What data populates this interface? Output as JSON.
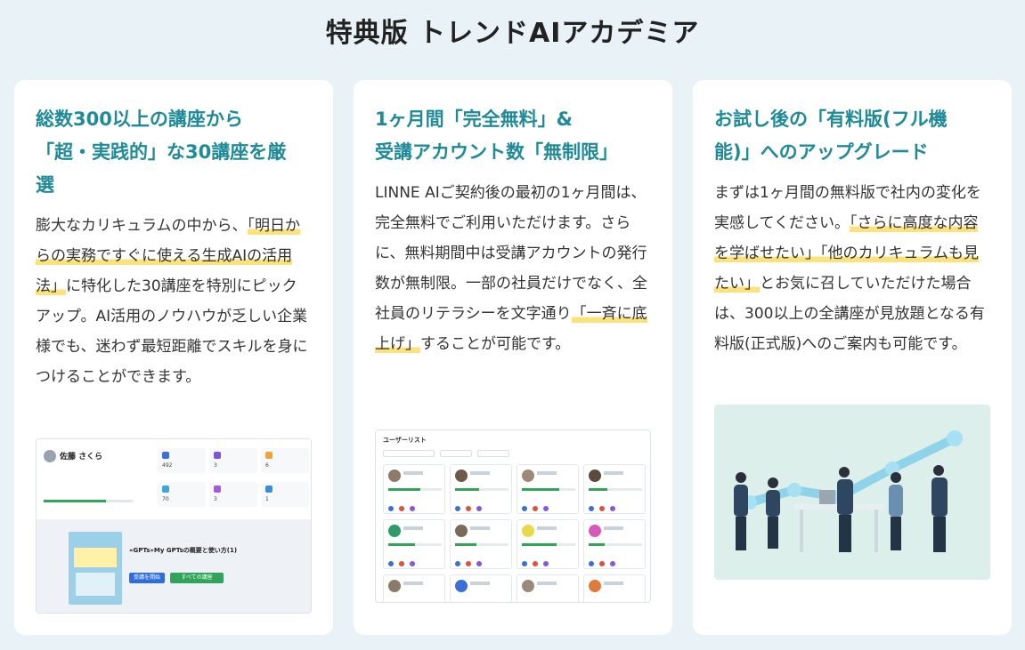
{
  "title": "特典版 トレンドAIアカデミア",
  "cards": [
    {
      "heading": "総数300以上の講座から\n「超・実践的」な30講座を厳\n選",
      "body_1": "膨大なカリキュラムの中から、",
      "body_hl": "「明日からの実務ですぐに使える生成AIの活用法」",
      "body_2": "に特化した30講座を特別にピックアップ。AI活用のノウハウが乏しい企業様でも、迷わず最短距離でスキルを身につけることができます。",
      "mock": {
        "user_name": "佐藤 さくら",
        "course_title": "«GPTs»My GPTsの概要と使い方(1)",
        "btn_start": "受講を開始",
        "btn_all": "すべての講座"
      }
    },
    {
      "heading": "1ヶ月間「完全無料」&\n受講アカウント数「無制限」",
      "body_1": "LINNE AIご契約後の最初の1ヶ月間は、完全無料でご利用いただけます。さらに、無料期間中は受講アカウントの発行数が無制限。一部の社員だけでなく、全社員のリテラシーを文字通り",
      "body_hl": "「一斉に底上げ」",
      "body_2": "することが可能です。",
      "mock": {
        "list_title": "ユーザーリスト"
      }
    },
    {
      "heading": "お試し後の「有料版(フル機\n能)」へのアップグレード",
      "body_1": "まずは1ヶ月間の無料版で社内の変化を実感してください。",
      "body_hl": "「さらに高度な内容を学ばせたい」「他のカリキュラムも見たい」",
      "body_2": "とお気に召していただけた場合は、300以上の全講座が見放題となる有料版(正式版)へのご案内も可能です。"
    }
  ],
  "colors": {
    "background": "#e9f3f7",
    "heading": "#1f8a98",
    "highlight": "#fbe27a",
    "card": "#ffffff"
  }
}
